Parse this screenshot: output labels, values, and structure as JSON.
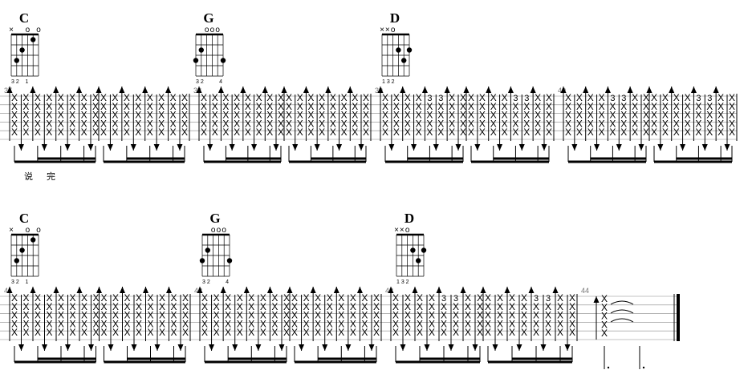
{
  "rows": [
    {
      "chords": [
        {
          "name": "C",
          "fingers": "3 2    1",
          "tops": [
            "×",
            "",
            "",
            "o",
            "",
            "o"
          ],
          "dots": [
            [
              5,
              3
            ],
            [
              4,
              2
            ],
            [
              2,
              1
            ]
          ]
        },
        {
          "name": "G",
          "fingers": "3 2          4",
          "tops": [
            "",
            "",
            "o",
            "o",
            "o",
            ""
          ],
          "dots": [
            [
              6,
              3
            ],
            [
              5,
              2
            ],
            [
              1,
              3
            ]
          ]
        },
        {
          "name": "D",
          "fingers": "1 3 2",
          "tops": [
            "×",
            "×",
            "o",
            "",
            "",
            ""
          ],
          "dots": [
            [
              3,
              2
            ],
            [
              2,
              3
            ],
            [
              1,
              2
            ]
          ]
        }
      ],
      "measures": [
        {
          "num": "37",
          "pattern": "A"
        },
        {
          "num": "38",
          "pattern": "A"
        },
        {
          "num": "39",
          "pattern": "B"
        },
        {
          "num": "40",
          "pattern": "B"
        }
      ],
      "lyrics": [
        "说",
        "完"
      ]
    },
    {
      "chords": [
        {
          "name": "C",
          "fingers": "3 2    1",
          "tops": [
            "×",
            "",
            "",
            "o",
            "",
            "o"
          ],
          "dots": [
            [
              5,
              3
            ],
            [
              4,
              2
            ],
            [
              2,
              1
            ]
          ]
        },
        {
          "name": "G",
          "fingers": "3 2          4",
          "tops": [
            "",
            "",
            "o",
            "o",
            "o",
            ""
          ],
          "dots": [
            [
              6,
              3
            ],
            [
              5,
              2
            ],
            [
              1,
              3
            ]
          ]
        },
        {
          "name": "D",
          "fingers": "1 3 2",
          "tops": [
            "×",
            "×",
            "o",
            "",
            "",
            ""
          ],
          "dots": [
            [
              3,
              2
            ],
            [
              2,
              3
            ],
            [
              1,
              2
            ]
          ]
        }
      ],
      "measures": [
        {
          "num": "41",
          "pattern": "A"
        },
        {
          "num": "42",
          "pattern": "A"
        },
        {
          "num": "43",
          "pattern": "B"
        },
        {
          "num": "44",
          "pattern": "END"
        }
      ],
      "lyrics": []
    }
  ],
  "strum": {
    "x_glyph": "X",
    "fret_num": "3"
  }
}
